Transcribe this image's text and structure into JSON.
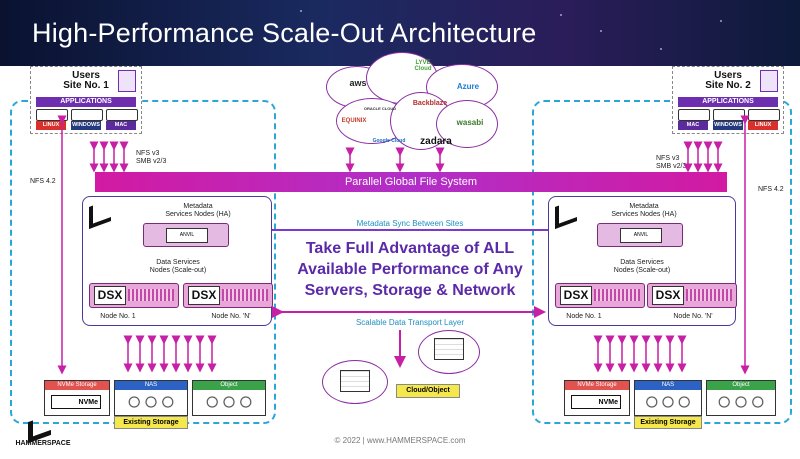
{
  "header": {
    "title": "High-Performance Scale-Out Architecture"
  },
  "left_site": {
    "users": "Users",
    "site": "Site No. 1",
    "apps": "APPLICATIONS",
    "os": [
      "LINUX",
      "WINDOWS",
      "MAC"
    ]
  },
  "right_site": {
    "users": "Users",
    "site": "Site No. 2",
    "apps": "APPLICATIONS",
    "os": [
      "MAC",
      "WINDOWS",
      "LINUX"
    ]
  },
  "protocols": {
    "nfs": "NFS v3",
    "smb": "SMB v2/3",
    "nfs42": "NFS 4.2"
  },
  "clouds": [
    "aws",
    "LYVE Cloud",
    "Azure",
    "EQUINIX",
    "Backblaze",
    "wasabi",
    "Google Cloud",
    "zadara",
    "ORACLE CLOUD"
  ],
  "pgfs": "Parallel Global File System",
  "metadata": {
    "title": "Metadata",
    "subtitle": "Services Nodes (HA)",
    "box": "ANVIL"
  },
  "sync_label": "Metadata Sync Between Sites",
  "data_services": {
    "title": "Data Services",
    "subtitle": "Nodes (Scale-out)",
    "dsx": "DSX",
    "node1": "Node No. 1",
    "nodeN": "Node No. 'N'"
  },
  "tagline": [
    "Take Full Advantage of ALL",
    "Available Performance of Any",
    "Servers, Storage & Network"
  ],
  "transport_label": "Scalable Data Transport Layer",
  "cloud_object": "Cloud/Object",
  "storage": {
    "nvme": "NVMe Storage",
    "nvme_tag": "NVMe",
    "nas": "NAS",
    "object": "Object",
    "existing": "Existing Storage"
  },
  "brand": "HAMMERSPACE",
  "footer": "© 2022  |  www.HAMMERSPACE.com",
  "colors": {
    "accent": "#c71fa6",
    "purple": "#5b2aa8",
    "cyan": "#2aa7d6"
  }
}
